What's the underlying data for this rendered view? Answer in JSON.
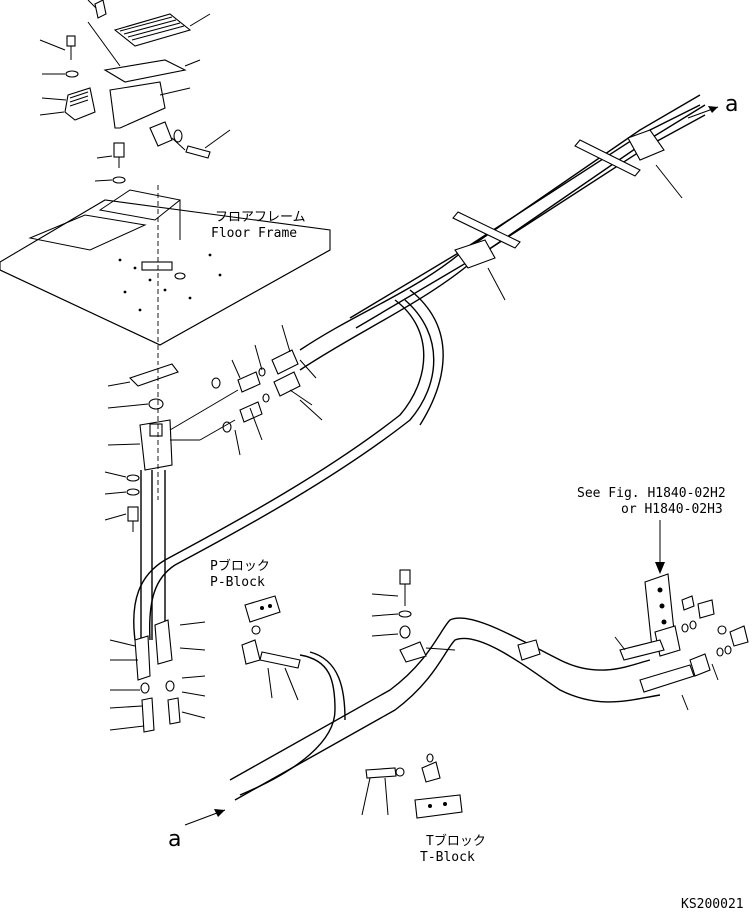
{
  "labels": {
    "floor_frame_jp": "フロアフレーム",
    "floor_frame_en": "Floor Frame",
    "p_block_jp": "Pブロック",
    "p_block_en": "P-Block",
    "t_block_jp": "Tブロック",
    "t_block_en": "T-Block",
    "see_fig_line1": "See Fig. H1840-02H2",
    "see_fig_line2": "or H1840-02H3",
    "ref_a_top": "a",
    "ref_a_bottom": "a",
    "drawing_code": "KS200021"
  }
}
